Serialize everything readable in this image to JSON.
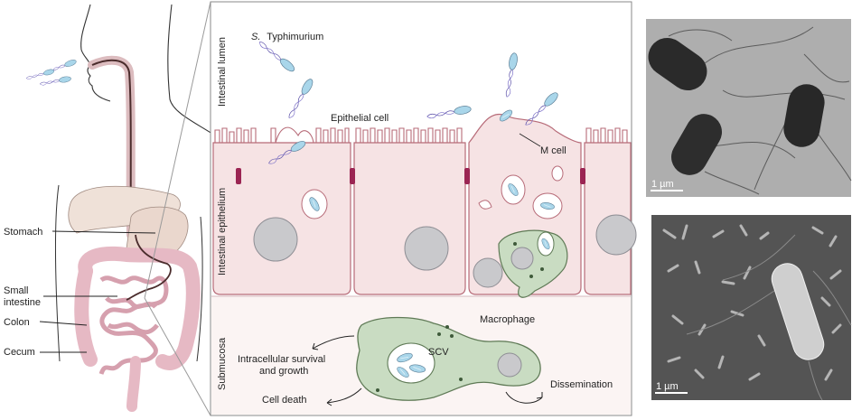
{
  "anatomy": {
    "labels": {
      "stomach": "Stomach",
      "small_intestine_line1": "Small",
      "small_intestine_line2": "intestine",
      "colon": "Colon",
      "cecum": "Cecum"
    }
  },
  "panel": {
    "regions": {
      "lumen": "Intestinal lumen",
      "epithelium": "Intestinal epithelium",
      "submucosa": "Submucosa"
    },
    "labels": {
      "bacterium_genus": "S.",
      "bacterium_species": "Typhimurium",
      "epithelial_cell": "Epithelial cell",
      "m_cell": "M cell",
      "macrophage": "Macrophage",
      "scv": "SCV",
      "intracellular_line1": "Intracellular survival",
      "intracellular_line2": "and growth",
      "cell_death": "Cell death",
      "dissemination": "Dissemination"
    }
  },
  "micrographs": {
    "tem": {
      "scale_label": "1 µm"
    },
    "sem": {
      "scale_label": "1 µm"
    }
  },
  "colors": {
    "cell_fill": "#f6e3e4",
    "cell_stroke": "#b76b78",
    "junction": "#9b2553",
    "bacterium": "#a9d6ea",
    "flagella": "#5a4fa8",
    "macrophage": "#c9dcc2",
    "submucosa_bg": "#fbf4f3",
    "tem_bg": "#a7a7a7",
    "sem_bg": "#545454"
  }
}
